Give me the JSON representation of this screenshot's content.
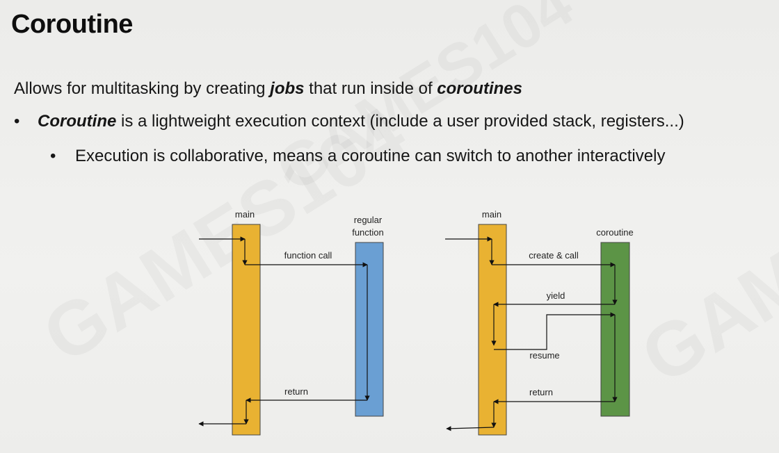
{
  "slide": {
    "title": "Coroutine",
    "intro": {
      "prefix": "Allows for multitasking by creating ",
      "jobs": "jobs",
      "middle": " that run inside of ",
      "coroutines": "coroutines"
    },
    "bullet1": {
      "marker": "•",
      "term": "Coroutine",
      "rest": " is a lightweight execution context (include a user provided stack, registers...)"
    },
    "bullet2": {
      "marker": "•",
      "text": "Execution is collaborative, means a coroutine can switch to another interactively"
    },
    "watermark": "GAMES104"
  },
  "diagram_left": {
    "main_label": "main",
    "callee_label_line1": "regular",
    "callee_label_line2": "function",
    "call_label": "function call",
    "return_label": "return"
  },
  "diagram_right": {
    "main_label": "main",
    "callee_label": "coroutine",
    "call_label": "create & call",
    "yield_label": "yield",
    "resume_label": "resume",
    "return_label": "return"
  },
  "colors": {
    "main_bar": "#e9b232",
    "function_bar": "#6a9fd3",
    "coroutine_bar": "#5c9446",
    "arrow": "#111111"
  }
}
